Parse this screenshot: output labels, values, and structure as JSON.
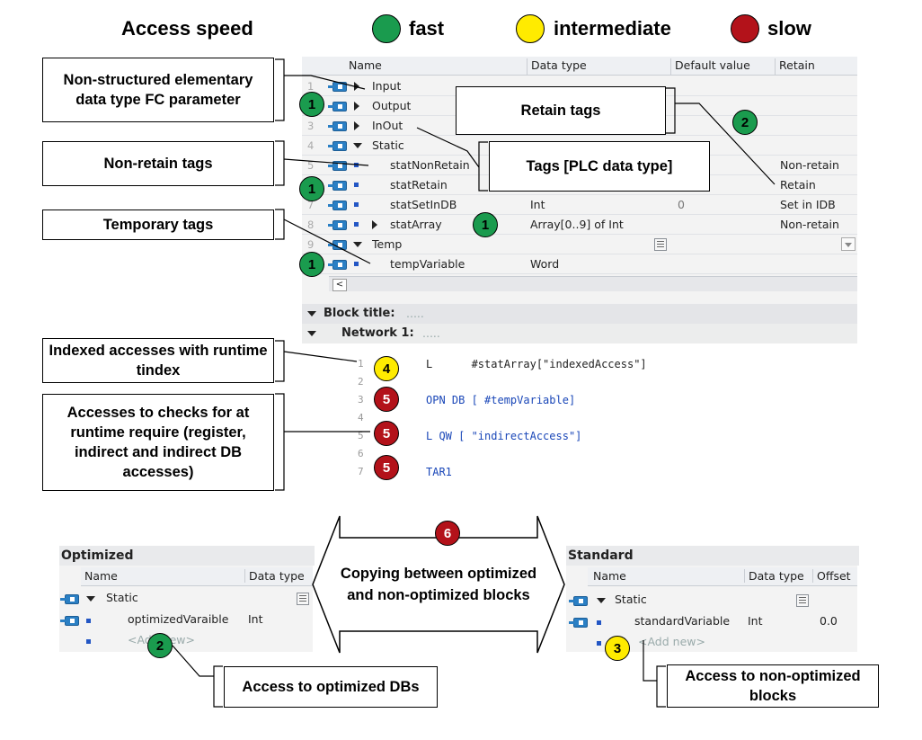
{
  "legend": {
    "title": "Access speed",
    "items": [
      {
        "label": "fast",
        "color": "#1a9b4e"
      },
      {
        "label": "intermediate",
        "color": "#ffeb00"
      },
      {
        "label": "slow",
        "color": "#b3121a"
      }
    ]
  },
  "callouts": {
    "non_structured": "Non-structured elementary data type FC parameter",
    "non_retain": "Non-retain tags",
    "temporary": "Temporary tags",
    "retain": "Retain tags",
    "plc_type": "Tags [PLC data type]",
    "indexed": "Indexed accesses with runtime tindex",
    "checks": "Accesses to checks for at runtime require (register, indirect and indirect  DB accesses)",
    "optimized_dbs": "Access to optimized DBs",
    "non_optimized": "Access to non-optimized blocks",
    "copying": "Copying between optimized and non-optimized blocks"
  },
  "badges": {
    "one": "1",
    "two": "2",
    "three": "3",
    "four": "4",
    "five": "5",
    "six": "6"
  },
  "interface_table": {
    "headers": [
      "Name",
      "Data type",
      "Default value",
      "Retain"
    ],
    "rows": [
      {
        "num": "1",
        "name": "Input",
        "type": "",
        "default": "",
        "retain": ""
      },
      {
        "num": "2",
        "name": "Output",
        "type": "",
        "default": "",
        "retain": ""
      },
      {
        "num": "3",
        "name": "InOut",
        "type": "",
        "default": "",
        "retain": ""
      },
      {
        "num": "4",
        "name": "Static",
        "type": "",
        "default": "",
        "retain": ""
      },
      {
        "num": "5",
        "name": "statNonRetain",
        "type": "",
        "default": "",
        "retain": "Non-retain"
      },
      {
        "num": "6",
        "name": "statRetain",
        "type": "",
        "default": "",
        "retain": "Retain"
      },
      {
        "num": "7",
        "name": "statSetInDB",
        "type": "Int",
        "default": "0",
        "retain": "Set in IDB"
      },
      {
        "num": "8",
        "name": "statArray",
        "type": "Array[0..9] of Int",
        "default": "",
        "retain": "Non-retain"
      },
      {
        "num": "9",
        "name": "Temp",
        "type": "",
        "default": "",
        "retain": ""
      },
      {
        "num": "10",
        "name": "tempVariable",
        "type": "Word",
        "default": "",
        "retain": ""
      }
    ]
  },
  "block": {
    "title_label": "Block title:",
    "title_value": ".....",
    "network_label": "Network 1:",
    "network_value": "....."
  },
  "code": [
    {
      "num": "1",
      "text": "L      #statArray[\"indexedAccess\"]"
    },
    {
      "num": "2",
      "text": ""
    },
    {
      "num": "3",
      "text": "OPN DB [ #tempVariable]"
    },
    {
      "num": "4",
      "text": ""
    },
    {
      "num": "5",
      "text": "L QW [ \"indirectAccess\"]"
    },
    {
      "num": "6",
      "text": ""
    },
    {
      "num": "7",
      "text": "TAR1"
    }
  ],
  "optimized": {
    "title": "Optimized",
    "col_name": "Name",
    "col_type": "Data type",
    "static": "Static",
    "var_name": "optimizedVaraible",
    "var_type": "Int",
    "add_new": "<Add new>"
  },
  "standard": {
    "title": "Standard",
    "col_name": "Name",
    "col_type": "Data type",
    "col_offset": "Offset",
    "static": "Static",
    "var_name": "standardVariable",
    "var_type": "Int",
    "var_offset": "0.0",
    "add_new": "<Add new>"
  }
}
